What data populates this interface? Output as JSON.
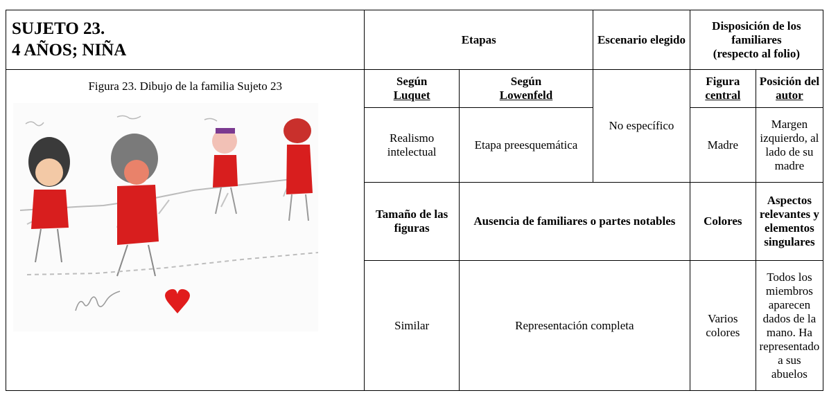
{
  "subject": {
    "line1": "SUJETO 23.",
    "line2": "4 AÑOS; NIÑA"
  },
  "header": {
    "etapas": "Etapas",
    "escenario": "Escenario elegido",
    "disposicion_line1": "Disposición de los",
    "disposicion_line2": "familiares",
    "disposicion_line3": "(respecto al folio)"
  },
  "figure": {
    "caption": "Figura 23. Dibujo de la familia Sujeto 23"
  },
  "subheaders": {
    "luquet_l1": "Según",
    "luquet_l2": "Luquet",
    "lowenfeld_l1": "Según",
    "lowenfeld_l2": "Lowenfeld",
    "figura_l1": "Figura",
    "figura_l2": "central",
    "posicion_l1": "Posición del",
    "posicion_l2": "autor"
  },
  "values": {
    "luquet": "Realismo intelectual",
    "lowenfeld": "Etapa preesquemática",
    "escenario": "No específico",
    "figura_central": "Madre",
    "posicion_autor": "Margen izquierdo, al lado de su madre"
  },
  "subheaders2": {
    "tamano": "Tamaño de las figuras",
    "ausencia": "Ausencia de familiares o partes notables",
    "colores": "Colores",
    "aspectos": "Aspectos relevantes y elementos singulares"
  },
  "values2": {
    "tamano": "Similar",
    "ausencia": "Representación completa",
    "colores": "Varios colores",
    "aspectos": "Todos los miembros aparecen dados de la mano. Ha representado a sus abuelos"
  }
}
